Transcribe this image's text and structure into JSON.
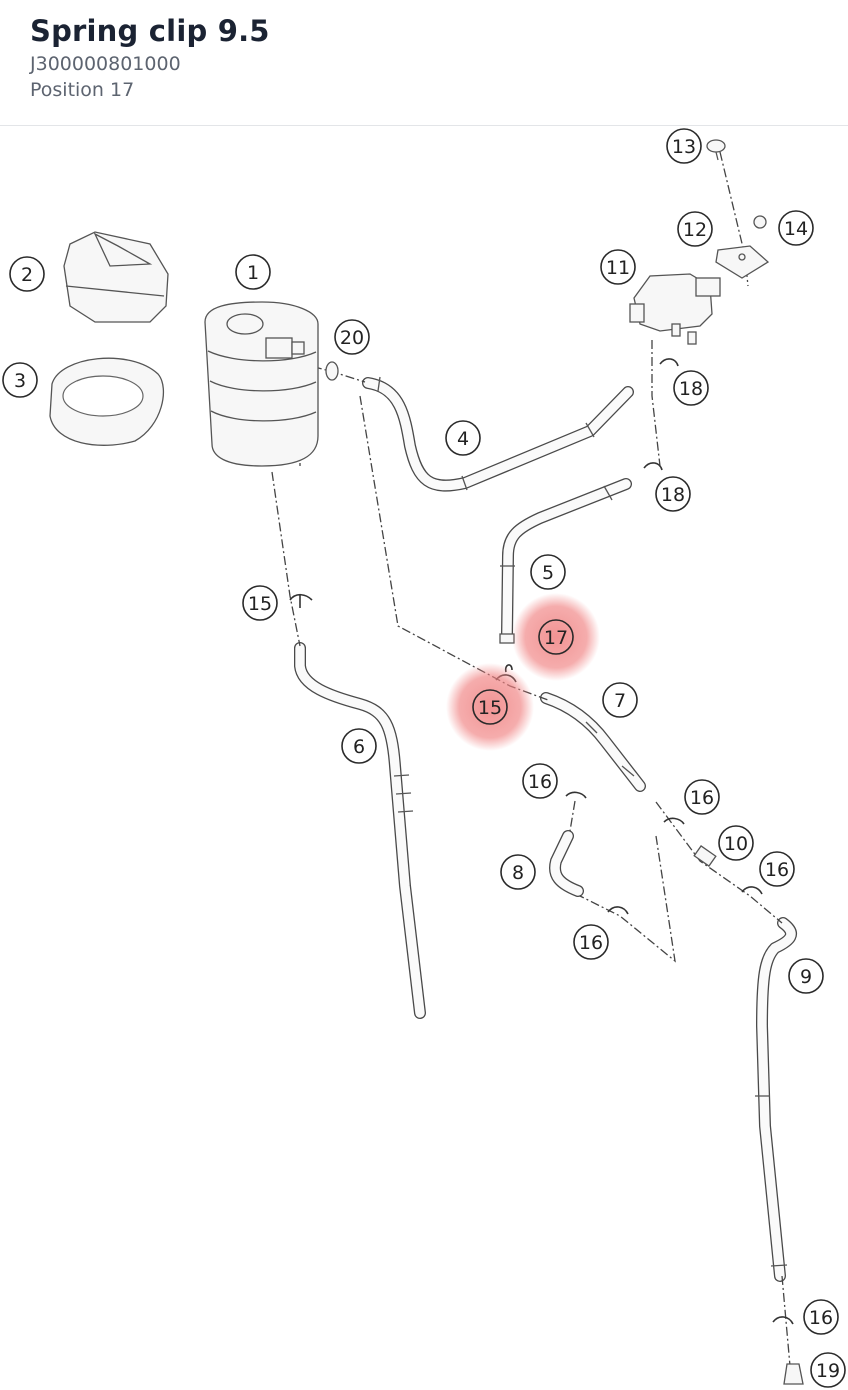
{
  "header": {
    "title": "Spring clip 9.5",
    "part_number": "J300000801000",
    "position": "Position 17"
  },
  "diagram": {
    "highlight_color": "#f08080",
    "callouts": [
      {
        "label": "1",
        "highlighted": false
      },
      {
        "label": "2",
        "highlighted": false
      },
      {
        "label": "3",
        "highlighted": false
      },
      {
        "label": "4",
        "highlighted": false
      },
      {
        "label": "5",
        "highlighted": false
      },
      {
        "label": "6",
        "highlighted": false
      },
      {
        "label": "7",
        "highlighted": false
      },
      {
        "label": "8",
        "highlighted": false
      },
      {
        "label": "9",
        "highlighted": false
      },
      {
        "label": "10",
        "highlighted": false
      },
      {
        "label": "11",
        "highlighted": false
      },
      {
        "label": "12",
        "highlighted": false
      },
      {
        "label": "13",
        "highlighted": false
      },
      {
        "label": "14",
        "highlighted": false
      },
      {
        "label": "15",
        "highlighted": false
      },
      {
        "label": "15",
        "highlighted": true
      },
      {
        "label": "16",
        "highlighted": false
      },
      {
        "label": "16",
        "highlighted": false
      },
      {
        "label": "16",
        "highlighted": false
      },
      {
        "label": "16",
        "highlighted": false
      },
      {
        "label": "16",
        "highlighted": false
      },
      {
        "label": "17",
        "highlighted": true
      },
      {
        "label": "18",
        "highlighted": false
      },
      {
        "label": "18",
        "highlighted": false
      },
      {
        "label": "19",
        "highlighted": false
      },
      {
        "label": "20",
        "highlighted": false
      }
    ]
  }
}
